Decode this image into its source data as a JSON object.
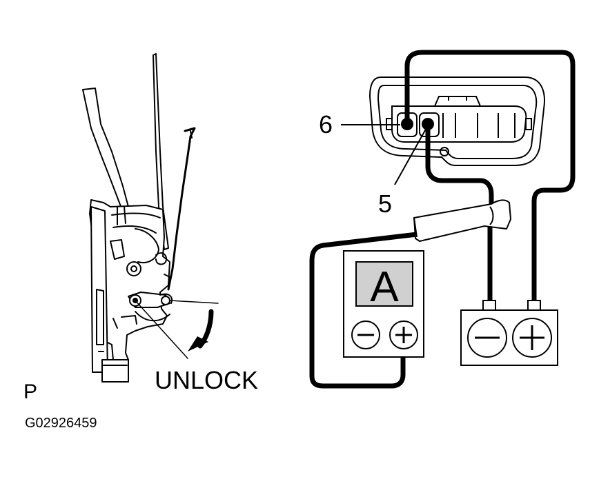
{
  "labels": {
    "pin_6": "6",
    "pin_5": "5",
    "unlock": "UNLOCK",
    "view": "P",
    "figure_code": "G02926459",
    "ammeter_symbol": "A"
  },
  "icons": {
    "meter_minus": "minus-circle-icon",
    "meter_plus": "plus-circle-icon",
    "battery_minus": "minus-circle-icon",
    "battery_plus": "plus-circle-icon",
    "rotation_arrow": "curved-arrow-icon"
  }
}
